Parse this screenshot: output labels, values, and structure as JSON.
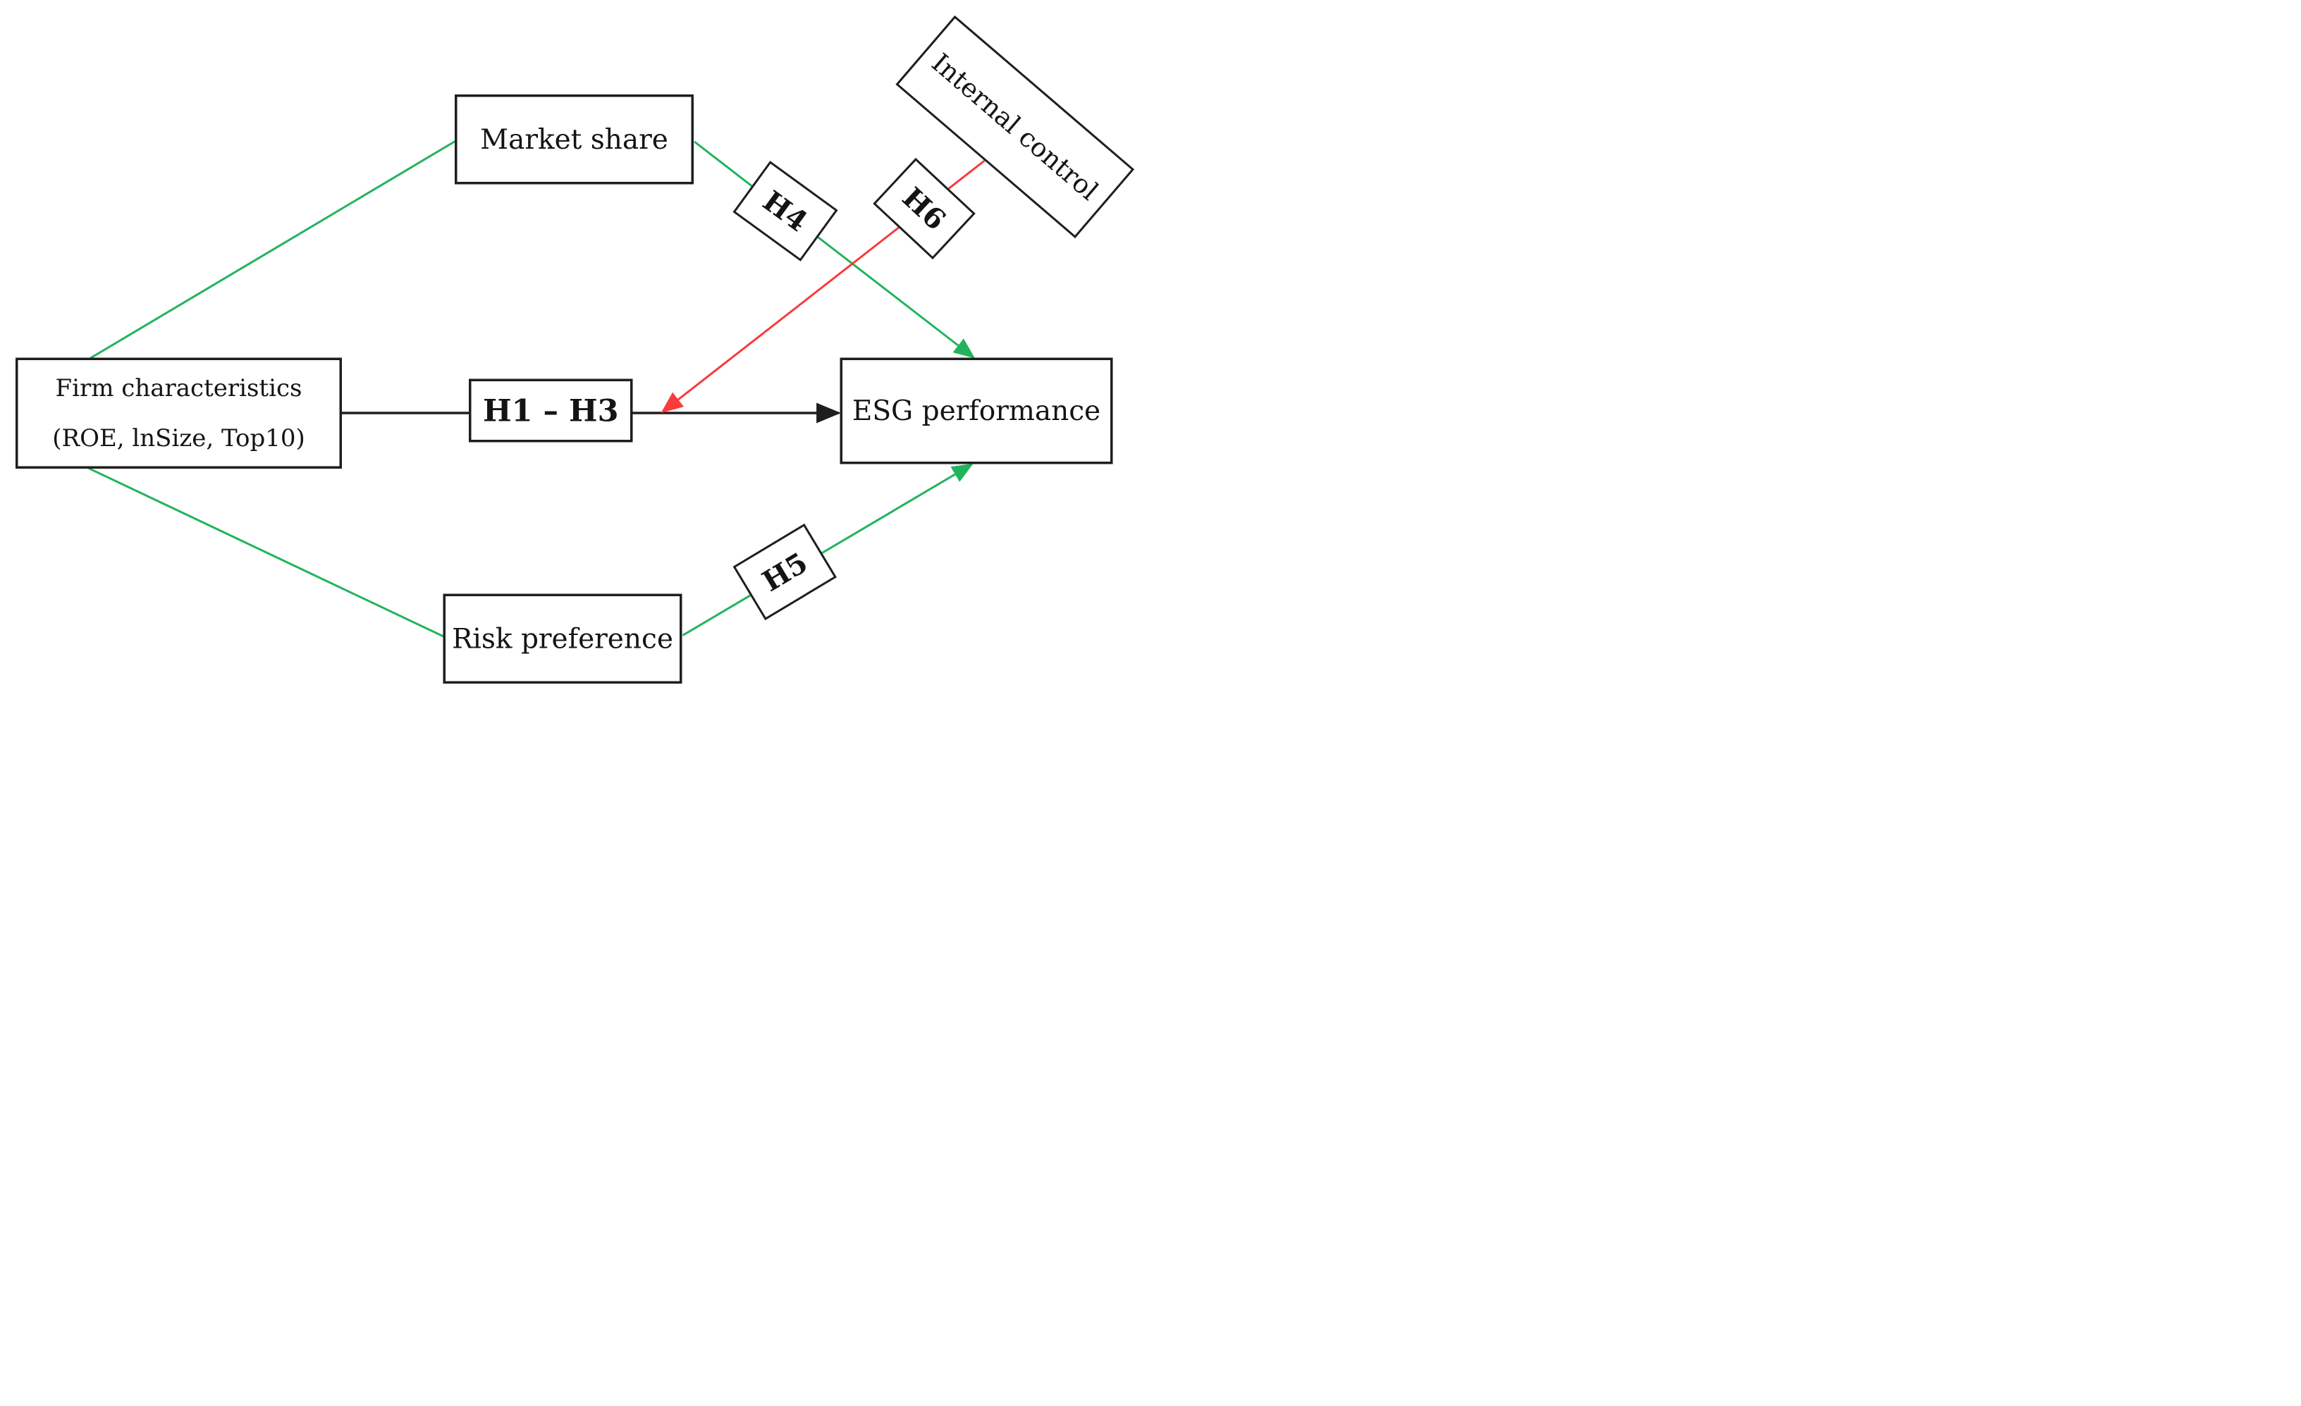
{
  "diagram": {
    "type": "research-model-path-diagram",
    "background": "#ffffff",
    "nodes": {
      "market_share": {
        "label": "Market share"
      },
      "internal_control": {
        "label": "Internal control",
        "rotation_deg": 40.6
      },
      "firm": {
        "line1": "Firm characteristics",
        "line2": "(ROE, lnSize, Top10)"
      },
      "h1h3": {
        "label": "H1 – H3"
      },
      "esg": {
        "label": "ESG performance"
      },
      "risk_preference": {
        "label": "Risk preference"
      }
    },
    "hypotheses": {
      "h4": {
        "label": "H4"
      },
      "h5": {
        "label": "H5"
      },
      "h6": {
        "label": "H6"
      }
    },
    "edges": [
      {
        "from": "firm",
        "to": "market_share",
        "color_key": "green",
        "arrow": false
      },
      {
        "from": "market_share",
        "to": "esg",
        "via": "h4",
        "color_key": "green",
        "arrow": true
      },
      {
        "from": "firm",
        "to": "risk_preference",
        "color_key": "green",
        "arrow": false
      },
      {
        "from": "risk_preference",
        "to": "esg",
        "via": "h5",
        "color_key": "green",
        "arrow": true
      },
      {
        "from": "firm",
        "to": "h1h3",
        "color_key": "black",
        "arrow": false
      },
      {
        "from": "h1h3",
        "to": "esg",
        "color_key": "black",
        "arrow": true
      },
      {
        "from": "internal_control",
        "to": "h1h3_esg_path",
        "via": "h6",
        "color_key": "red",
        "arrow": true
      }
    ],
    "colors": {
      "green": "#22b35d",
      "red": "#f93b3b",
      "black": "#1e1e1e"
    }
  }
}
